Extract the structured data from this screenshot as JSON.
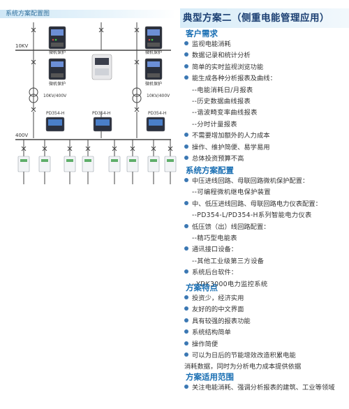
{
  "diagram": {
    "title": "系统方案配置图",
    "labels": {
      "bus_10kv": "10KV",
      "bus_400v": "400V",
      "protection": "微机保护",
      "transformer": "10KV/400V",
      "meter": "PD354-H"
    }
  },
  "page": {
    "title": "典型方案二（侧重电能管理应用）"
  },
  "needs": {
    "heading": "客户需求",
    "items": [
      {
        "text": "监视电能消耗",
        "type": "bullet"
      },
      {
        "text": "数据记录和统计分析",
        "type": "bullet"
      },
      {
        "text": "简单的实时监视浏览功能",
        "type": "bullet"
      },
      {
        "text": "能生成各种分析报表及曲线：",
        "type": "bullet"
      },
      {
        "text": "--电能消耗日/月报表",
        "type": "sub"
      },
      {
        "text": "--历史数据曲线报表",
        "type": "sub"
      },
      {
        "text": "--谐波畸变率曲线报表",
        "type": "sub"
      },
      {
        "text": "--分时计量报表",
        "type": "sub"
      },
      {
        "text": "不需要增加额外的人力成本",
        "type": "bullet"
      },
      {
        "text": "操作、维护简便、易学易用",
        "type": "bullet"
      },
      {
        "text": "总体投资预算不高",
        "type": "bullet"
      }
    ]
  },
  "config": {
    "heading": "系统方案配置",
    "items": [
      {
        "text": "中压进线回路、母联回路微机保护配置：",
        "type": "bullet"
      },
      {
        "text": "--可编程微机继电保护装置",
        "type": "sub"
      },
      {
        "text": "中、低压进线回路、母联回路电力仪表配置：",
        "type": "bullet"
      },
      {
        "text": "--PD354-L/PD354-H系列智能电力仪表",
        "type": "sub"
      },
      {
        "text": "低压馈（出）线回路配置：",
        "type": "bullet"
      },
      {
        "text": "--精巧型电能表",
        "type": "sub"
      },
      {
        "text": "通讯接口设备：",
        "type": "bullet"
      },
      {
        "text": "--其他工业级第三方设备",
        "type": "sub"
      },
      {
        "text": "系统后台软件：",
        "type": "bullet"
      },
      {
        "text": "--YDK3000电力监控系统",
        "type": "sub"
      }
    ]
  },
  "features": {
    "heading": "方案特点",
    "items": [
      {
        "text": "投资少，经济实用",
        "type": "bullet"
      },
      {
        "text": "友好的的中文界面",
        "type": "bullet"
      },
      {
        "text": "具有较强的报表功能",
        "type": "bullet"
      },
      {
        "text": "系统结构简单",
        "type": "bullet"
      },
      {
        "text": "操作简便",
        "type": "bullet"
      },
      {
        "text": "可以为日后的节能增效改造积累电能",
        "type": "bullet"
      },
      {
        "text": "消耗数据，同时为分析电力成本提供依据",
        "type": "plain"
      }
    ]
  },
  "scope": {
    "heading": "方案适用范围",
    "items": [
      {
        "text": "关注电能消耗、强调分析报表的建筑、工业等领域",
        "type": "bullet"
      }
    ]
  }
}
